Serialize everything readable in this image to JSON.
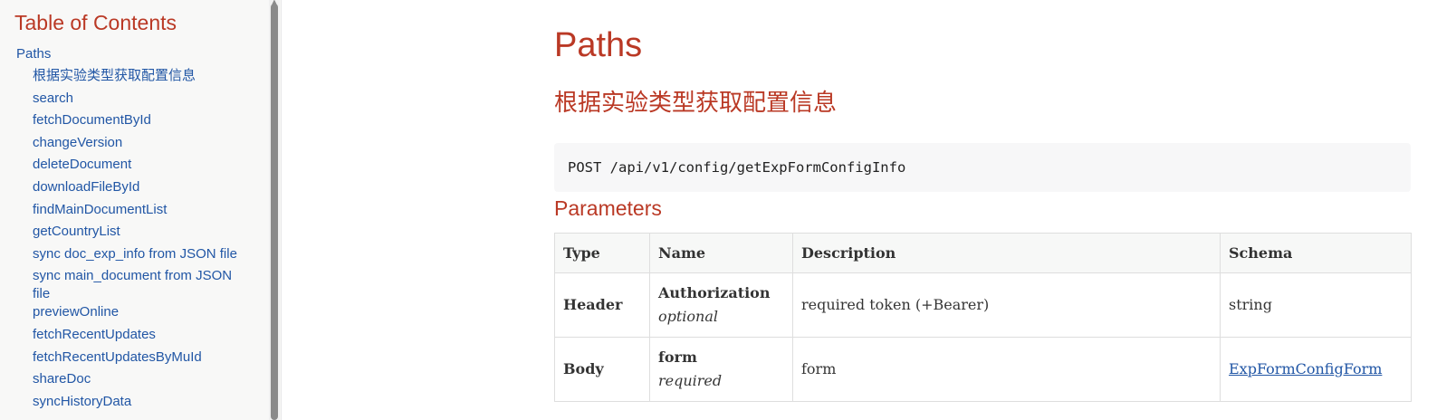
{
  "toc": {
    "title": "Table of Contents",
    "paths_label": "Paths",
    "items": [
      "根据实验类型获取配置信息",
      "search",
      "fetchDocumentById",
      "changeVersion",
      "deleteDocument",
      "downloadFileById",
      "findMainDocumentList",
      "getCountryList",
      "sync doc_exp_info from JSON file",
      "sync main_document from JSON file",
      "previewOnline",
      "fetchRecentUpdates",
      "fetchRecentUpdatesByMuId",
      "shareDoc",
      "syncHistoryData"
    ]
  },
  "main": {
    "section_title": "Paths",
    "endpoint_title": "根据实验类型获取配置信息",
    "request_line": "POST /api/v1/config/getExpFormConfigInfo",
    "parameters_title": "Parameters",
    "table": {
      "headers": [
        "Type",
        "Name",
        "Description",
        "Schema"
      ],
      "rows": [
        {
          "type": "Header",
          "name": "Authorization",
          "flag": "optional",
          "description": "required token (+Bearer)",
          "schema": "string"
        },
        {
          "type": "Body",
          "name": "form",
          "flag": "required",
          "description": "form",
          "schema": "ExpFormConfigForm"
        }
      ]
    }
  },
  "colors": {
    "heading": "#ba3925",
    "link": "#2156a5",
    "toc_background": "#f8f8f7",
    "code_background": "#f7f7f8",
    "table_header_background": "#f7f8f7"
  }
}
